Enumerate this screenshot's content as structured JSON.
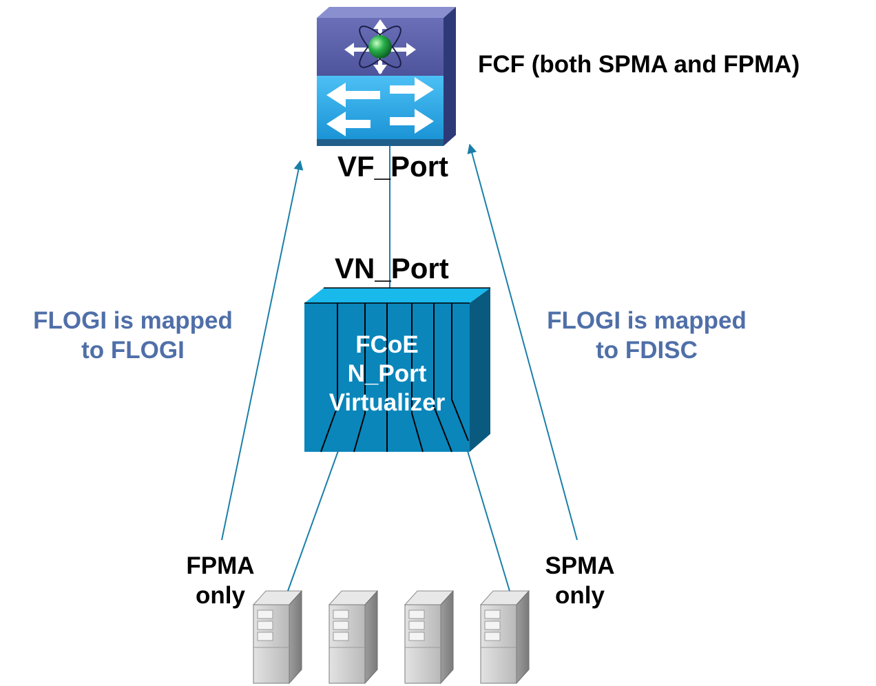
{
  "labels": {
    "fcf": "FCF (both SPMA and FPMA)",
    "vf_port": "VF_Port",
    "vn_port": "VN_Port",
    "npv_line1": "FCoE",
    "npv_line2": "N_Port",
    "npv_line3": "Virtualizer",
    "left_note_line1": "FLOGI is mapped",
    "left_note_line2": "to FLOGI",
    "right_note_line1": "FLOGI is mapped",
    "right_note_line2": "to FDISC",
    "fpma_line1": "FPMA",
    "fpma_line2": "only",
    "spma_line1": "SPMA",
    "spma_line2": "only"
  },
  "colors": {
    "link_line": "#1a7fa8",
    "annotation_text": "#4f6fa8",
    "switch_top": "#5b5fa8",
    "switch_bottom": "#2aa7e6",
    "npv_front": "#0a86bb",
    "npv_top": "#17b7ea",
    "npv_side": "#0a5a80",
    "server_body": "#c8c8c8"
  },
  "icons": {
    "fcf_switch": "multilayer-switch-icon",
    "npv_device": "npv-switch-icon",
    "servers": "server-tower-icon"
  }
}
